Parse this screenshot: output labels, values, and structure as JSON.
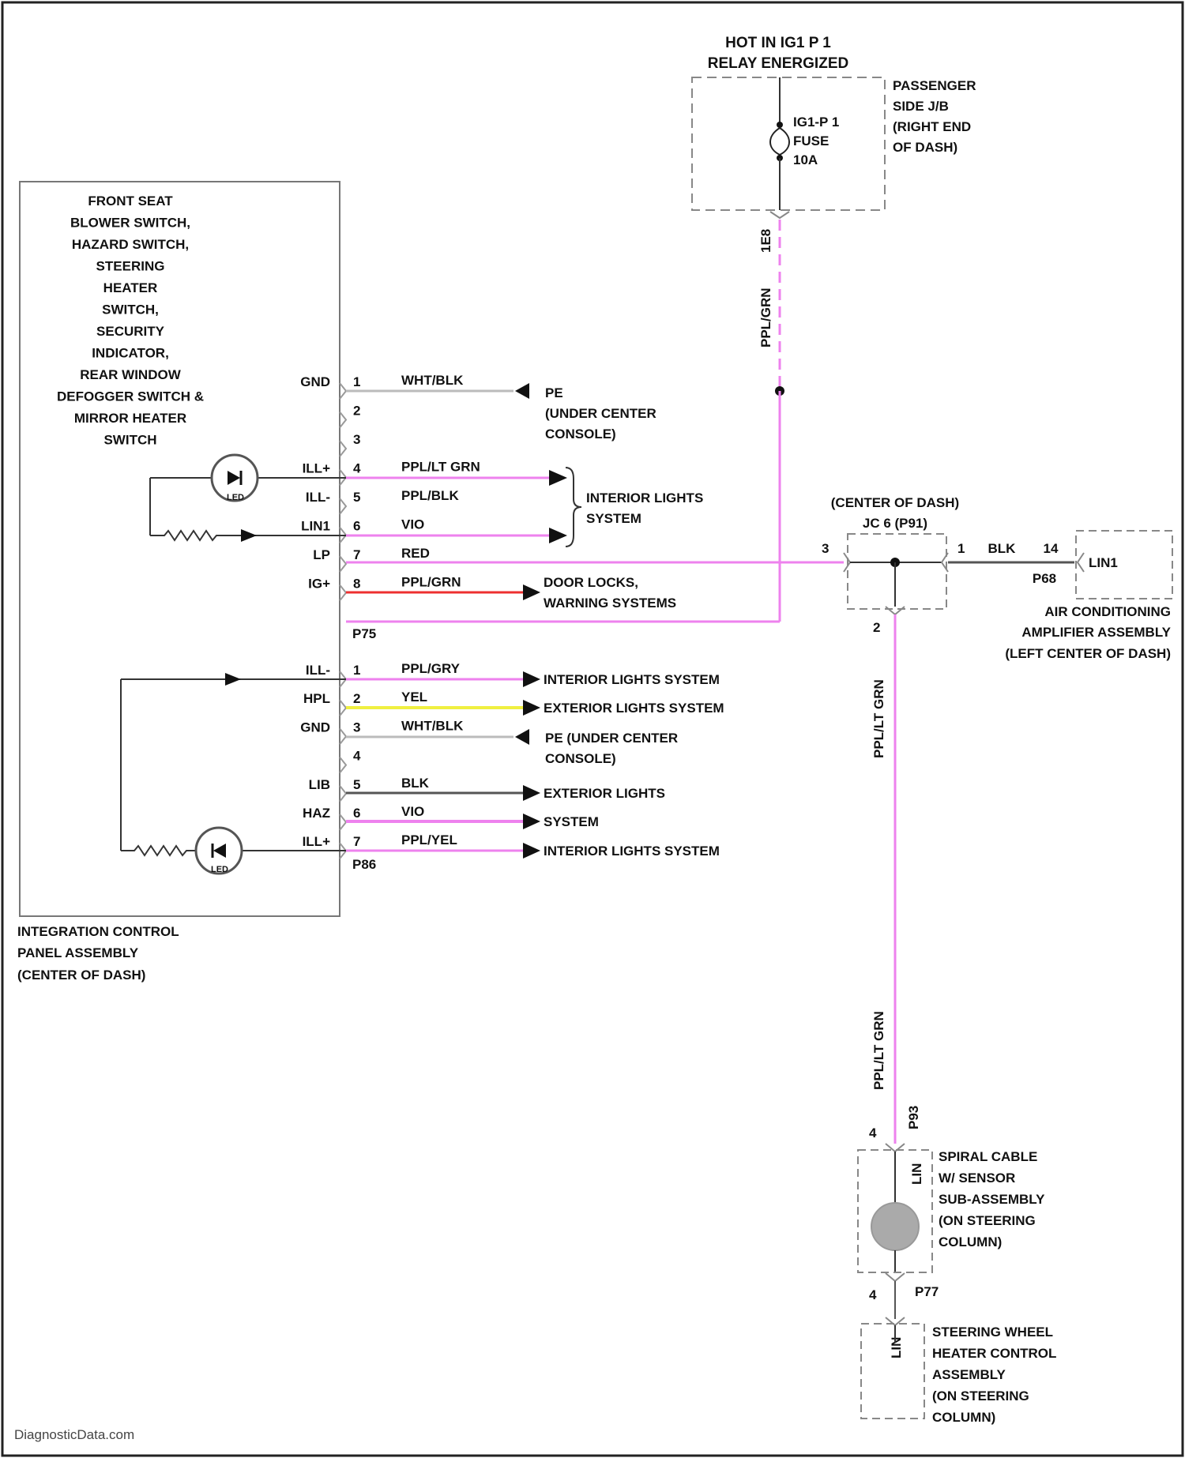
{
  "watermark": "DiagnosticData.com",
  "colors": {
    "pink": "#ee82ee",
    "red": "#ee3030",
    "yellow": "#f0f040",
    "black": "#333333",
    "gray": "#bbbbbb",
    "dashed": "#888888"
  },
  "power_source": {
    "line1": "HOT IN IG1 P 1",
    "line2": "RELAY ENERGIZED",
    "fuse_label": [
      "IG1-P 1",
      "FUSE",
      "10A"
    ],
    "junction_block": [
      "PASSENGER",
      "SIDE J/B",
      "(RIGHT END",
      "OF DASH)"
    ],
    "wire_code": "1E8",
    "wire_color": "PPL/GRN"
  },
  "icp_title": [
    "FRONT SEAT",
    "BLOWER SWITCH,",
    "HAZARD SWITCH,",
    "STEERING",
    "HEATER",
    "SWITCH,",
    "SECURITY",
    "INDICATOR,",
    "REAR WINDOW",
    "DEFOGGER SWITCH &",
    "MIRROR HEATER",
    "SWITCH"
  ],
  "icp_label": [
    "INTEGRATION CONTROL",
    "PANEL ASSEMBLY",
    "(CENTER OF DASH)"
  ],
  "connector_p75": "P75",
  "connector_p86": "P86",
  "pins_top": [
    {
      "pin": "1",
      "name": "GND",
      "wire": "WHT/BLK",
      "dest": [
        "PE",
        "(UNDER CENTER",
        "CONSOLE)"
      ]
    },
    {
      "pin": "2",
      "name": "",
      "wire": "",
      "dest": []
    },
    {
      "pin": "3",
      "name": "",
      "wire": "",
      "dest": []
    },
    {
      "pin": "4",
      "name": "ILL+",
      "wire": "PPL/LT GRN",
      "dest": [
        "INTERIOR LIGHTS",
        "SYSTEM"
      ]
    },
    {
      "pin": "5",
      "name": "ILL-",
      "wire": "PPL/BLK",
      "dest": []
    },
    {
      "pin": "6",
      "name": "LIN1",
      "wire": "VIO",
      "dest": []
    },
    {
      "pin": "7",
      "name": "LP",
      "wire": "RED",
      "dest": [
        "DOOR LOCKS,",
        "WARNING SYSTEMS"
      ]
    },
    {
      "pin": "8",
      "name": "IG+",
      "wire": "PPL/GRN",
      "dest": []
    }
  ],
  "pins_bottom": [
    {
      "pin": "1",
      "name": "ILL-",
      "wire": "PPL/GRY",
      "dest": "INTERIOR LIGHTS SYSTEM"
    },
    {
      "pin": "2",
      "name": "HPL",
      "wire": "YEL",
      "dest": "EXTERIOR LIGHTS SYSTEM"
    },
    {
      "pin": "3",
      "name": "GND",
      "wire": "WHT/BLK",
      "dest": "PE (UNDER CENTER"
    },
    {
      "pin": "4",
      "name": "",
      "wire": "",
      "dest": ""
    },
    {
      "pin": "5",
      "name": "LIB",
      "wire": "BLK",
      "dest": "EXTERIOR LIGHTS"
    },
    {
      "pin": "6",
      "name": "HAZ",
      "wire": "VIO",
      "dest": "SYSTEM"
    },
    {
      "pin": "7",
      "name": "ILL+",
      "wire": "PPL/YEL",
      "dest": "INTERIOR LIGHTS SYSTEM"
    }
  ],
  "ground_bottom_line2": "CONSOLE)",
  "led_label": "LED",
  "junction": {
    "label1": "(CENTER OF DASH)",
    "label2": "JC 6 (P91)",
    "pin_left": "3",
    "pin_right": "1",
    "wire_out": "BLK",
    "wire_out_pin": "14",
    "amp_connector": "P68",
    "amp_pin_name": "LIN1",
    "amp_label": [
      "AIR CONDITIONING",
      "AMPLIFIER ASSEMBLY",
      "(LEFT CENTER OF DASH)"
    ],
    "bottom_pin": "2"
  },
  "vertical_wire": {
    "color": "PPL/LT GRN",
    "code": "P93"
  },
  "spiral_cable": {
    "pin": "4",
    "pin_name": "LIN",
    "bottom_pin": "4",
    "bottom_connector": "P77",
    "label": [
      "SPIRAL CABLE",
      "W/ SENSOR",
      "SUB-ASSEMBLY",
      "(ON STEERING",
      "COLUMN)"
    ]
  },
  "steering_heater": {
    "pin_name": "LIN",
    "label": [
      "STEERING WHEEL",
      "HEATER CONTROL",
      "ASSEMBLY",
      "(ON STEERING",
      "COLUMN)"
    ]
  }
}
